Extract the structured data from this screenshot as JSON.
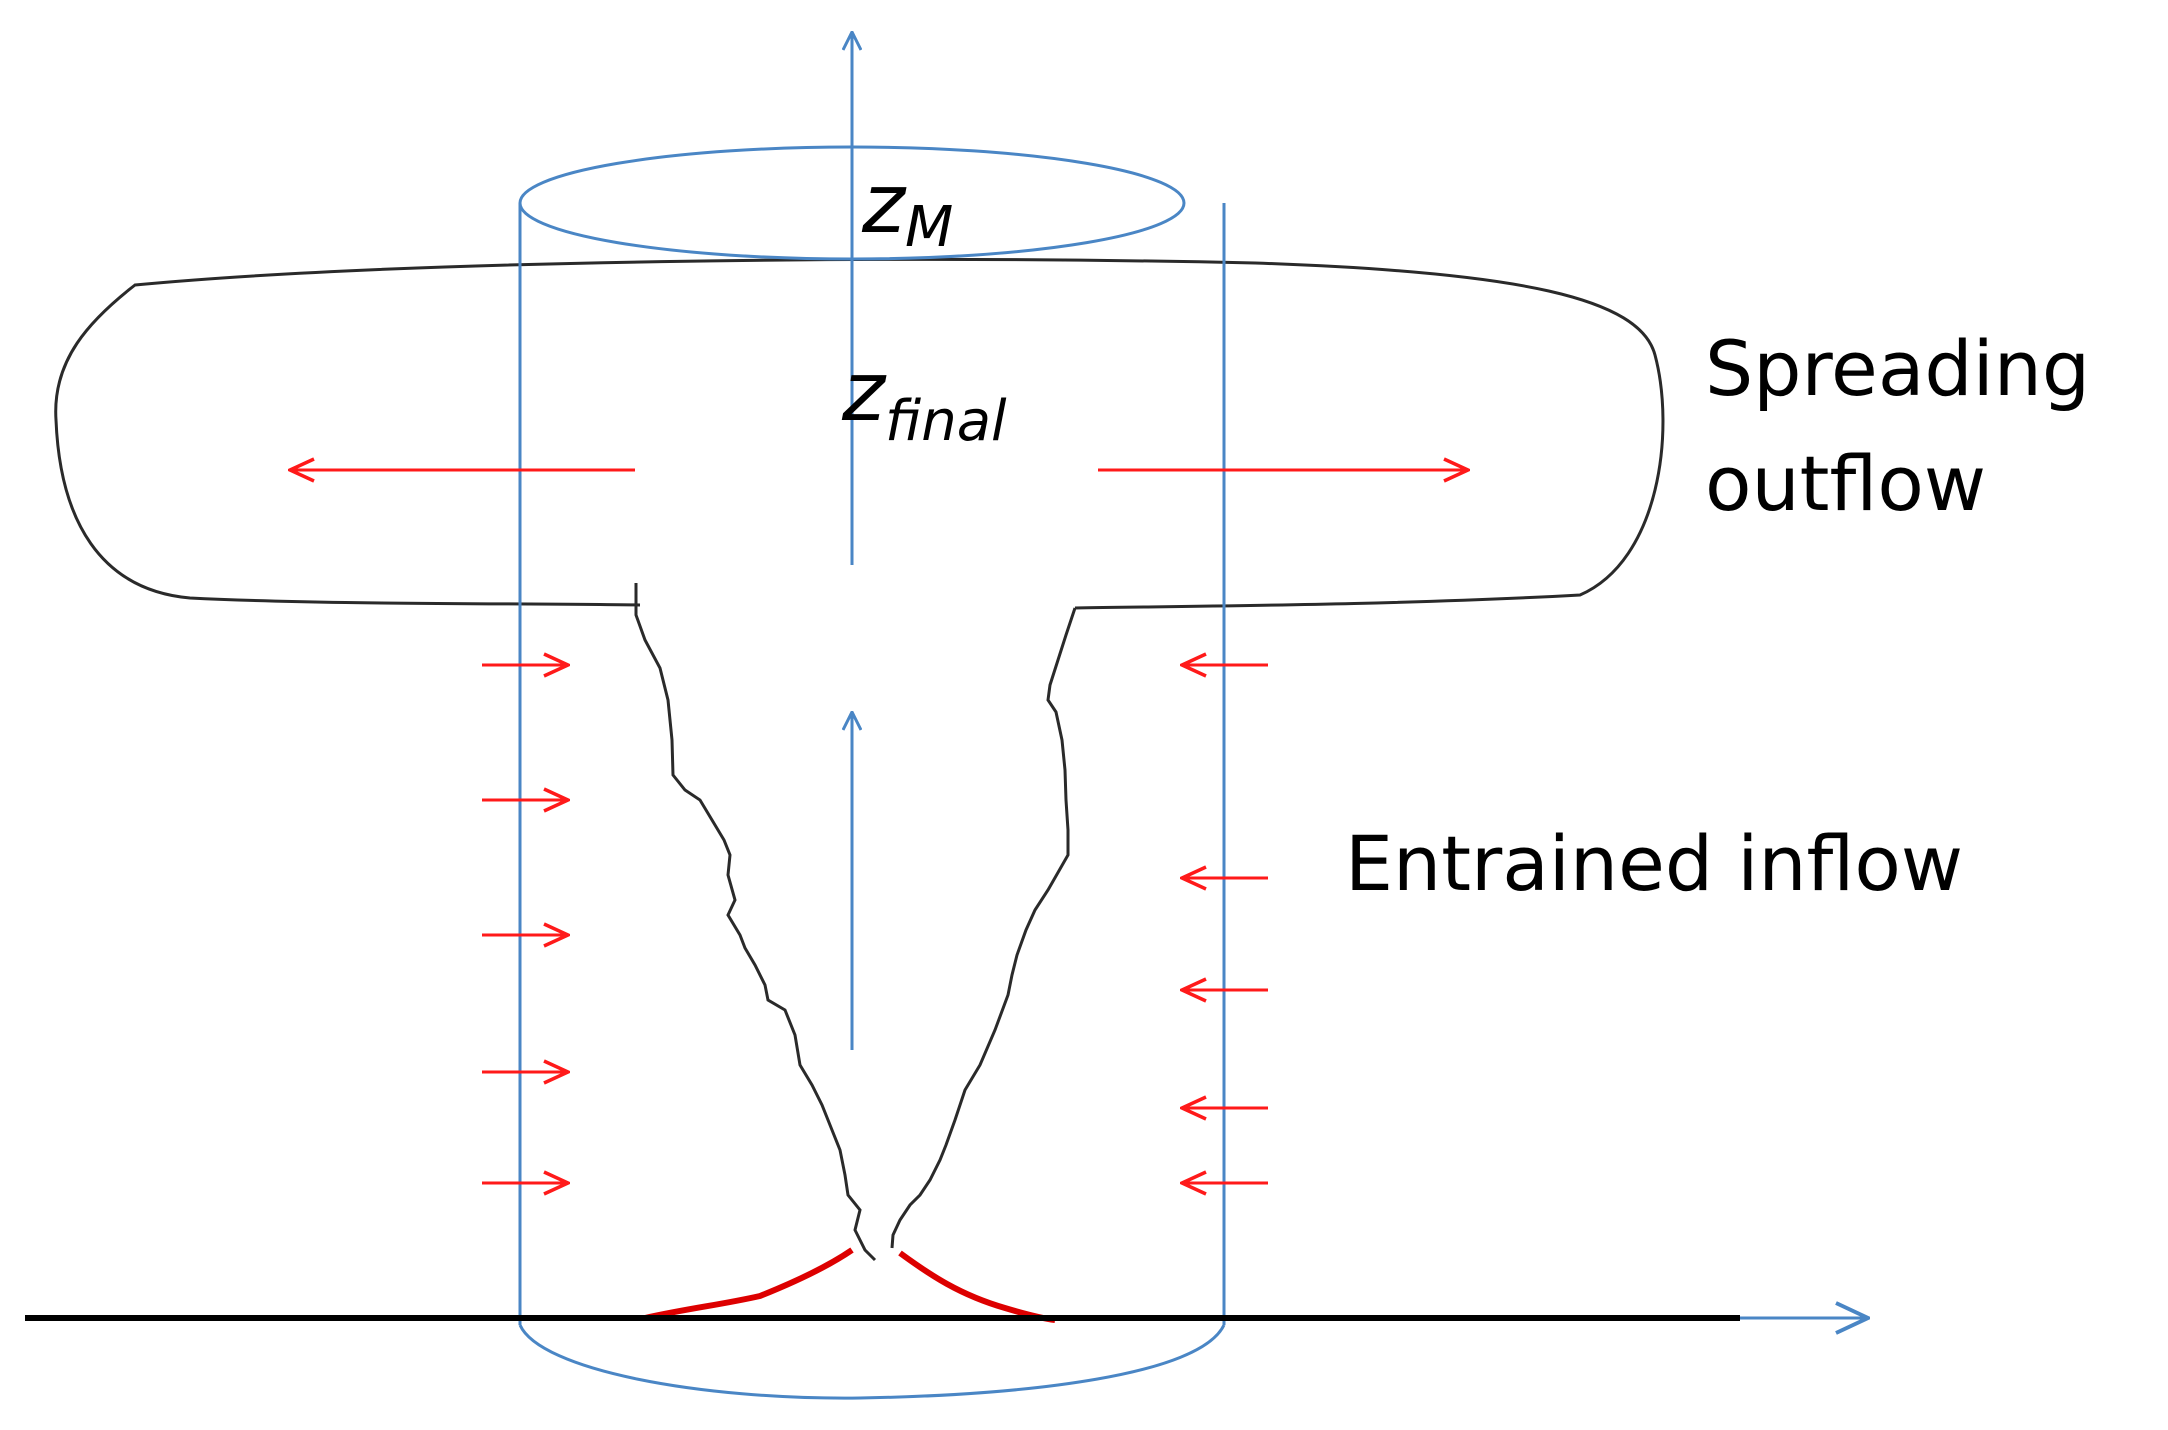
{
  "labels": {
    "spreading_line1": "Spreading",
    "spreading_line2": "outflow",
    "entrained": "Entrained inflow",
    "z_symbol": "z",
    "z_M_sub": "M",
    "z_final_sub": "final"
  },
  "colors": {
    "blue": "#4a86c5",
    "red": "#ff1a1a",
    "outline": "#2a2a2a",
    "ground": "#000000",
    "source": "#dd0000"
  }
}
